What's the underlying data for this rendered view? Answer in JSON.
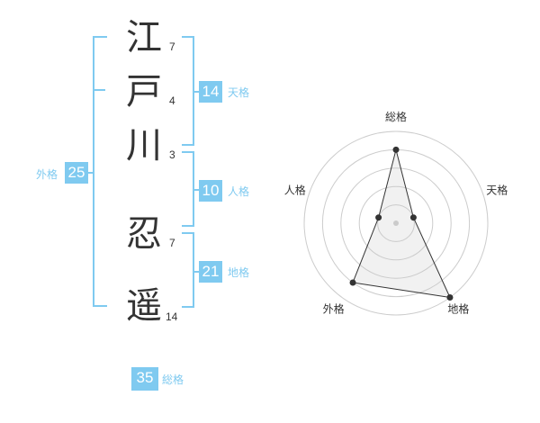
{
  "name": {
    "characters": [
      {
        "char": "江",
        "strokes": "7"
      },
      {
        "char": "戸",
        "strokes": "4"
      },
      {
        "char": "川",
        "strokes": "3"
      },
      {
        "char": "忍",
        "strokes": "7"
      },
      {
        "char": "遥",
        "strokes": "14"
      }
    ]
  },
  "fortune": {
    "tenkaku": {
      "value": "14",
      "label": "天格"
    },
    "jinkaku": {
      "value": "10",
      "label": "人格"
    },
    "chikaku": {
      "value": "21",
      "label": "地格"
    },
    "gaikaku": {
      "value": "25",
      "label": "外格"
    },
    "soukaku": {
      "value": "35",
      "label": "総格"
    }
  },
  "colors": {
    "accent": "#7fcaf0",
    "text": "#333333",
    "grid": "#cccccc"
  },
  "chart_data": {
    "type": "radar",
    "axes": [
      "総格",
      "天格",
      "地格",
      "外格",
      "人格"
    ],
    "values": [
      4,
      1,
      5,
      4,
      1
    ],
    "rmax": 5
  }
}
